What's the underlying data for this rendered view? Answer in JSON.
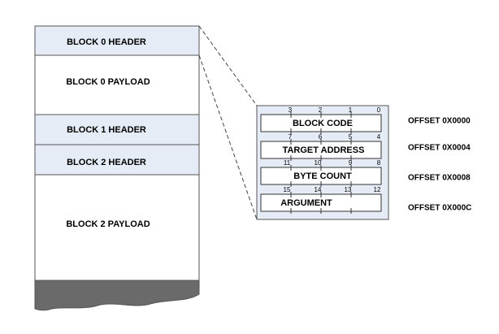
{
  "stack": {
    "blocks": [
      {
        "label": "BLOCK 0 HEADER",
        "kind": "header"
      },
      {
        "label": "BLOCK 0 PAYLOAD",
        "kind": "payload"
      },
      {
        "label": "BLOCK 1 HEADER",
        "kind": "header"
      },
      {
        "label": "BLOCK 2 HEADER",
        "kind": "header"
      },
      {
        "label": "BLOCK 2 PAYLOAD",
        "kind": "payload"
      }
    ]
  },
  "detail": {
    "fields": [
      {
        "label": "BLOCK CODE",
        "bytes": [
          "3",
          "2",
          "1",
          "0"
        ],
        "offset": "OFFSET 0X0000"
      },
      {
        "label": "TARGET ADDRESS",
        "bytes": [
          "7",
          "6",
          "5",
          "4"
        ],
        "offset": "OFFSET 0X0004"
      },
      {
        "label": "BYTE COUNT",
        "bytes": [
          "11",
          "10",
          "9",
          "8"
        ],
        "offset": "OFFSET 0X0008"
      },
      {
        "label": "ARGUMENT",
        "bytes": [
          "15",
          "14",
          "13",
          "12"
        ],
        "offset": "OFFSET 0X000C"
      }
    ]
  },
  "colors": {
    "header_fill": "#e6ecf5",
    "payload_fill": "#ffffff",
    "detail_fill": "#e6ecf5",
    "torn_edge_fill": "#6a6a6a"
  }
}
